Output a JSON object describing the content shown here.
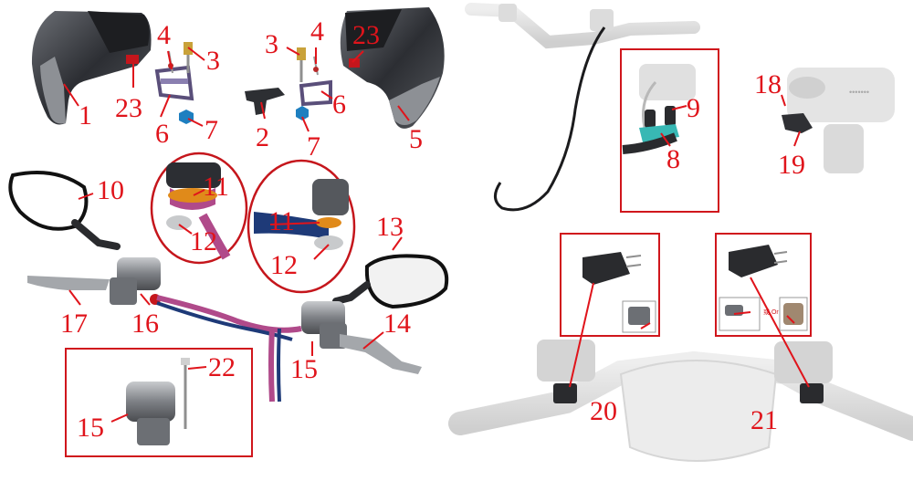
{
  "callouts": {
    "c1": "1",
    "c2": "2",
    "c3a": "3",
    "c3b": "3",
    "c4a": "4",
    "c4b": "4",
    "c5": "5",
    "c6a": "6",
    "c6b": "6",
    "c7a": "7",
    "c7b": "7",
    "c8": "8",
    "c9": "9",
    "c10": "10",
    "c11a": "11",
    "c11b": "11",
    "c12a": "12",
    "c12b": "12",
    "c13": "13",
    "c14": "14",
    "c15a": "15",
    "c15b": "15",
    "c16": "16",
    "c17": "17",
    "c18": "18",
    "c19": "19",
    "c20": "20",
    "c21": "21",
    "c22": "22",
    "c23a": "23",
    "c23b": "23"
  },
  "inset_note": "或 Or",
  "colors": {
    "callout": "#e0141b",
    "frame": "#d0161c",
    "part_dark": "#3a3c40",
    "part_mid": "#8a8c90",
    "ghost": "#d8d8d8"
  }
}
